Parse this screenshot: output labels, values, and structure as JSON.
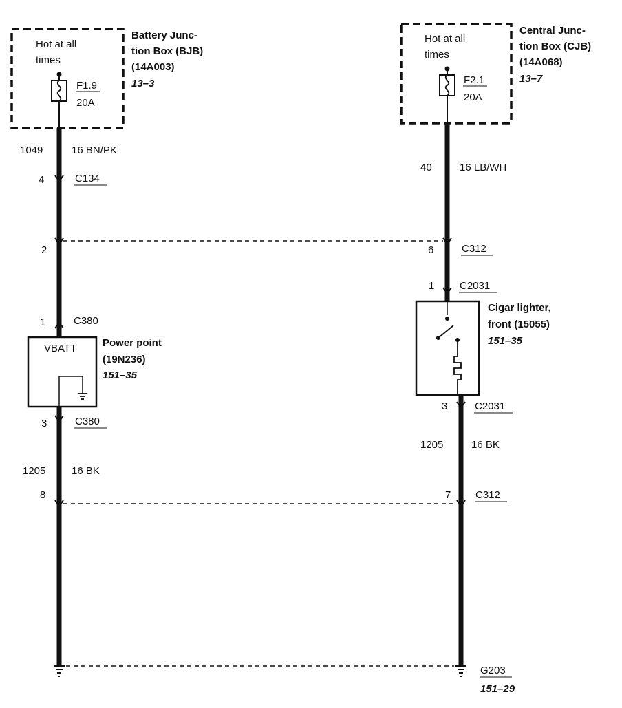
{
  "bjb": {
    "hot_line1": "Hot at all",
    "hot_line2": "times",
    "fuse_id": "F1.9",
    "fuse_rating": "20A",
    "name_line1": "Battery Junc-",
    "name_line2": "tion Box (BJB)",
    "part_no": "(14A003)",
    "page_ref": "13–3"
  },
  "cjb": {
    "hot_line1": "Hot at all",
    "hot_line2": "times",
    "fuse_id": "F2.1",
    "fuse_rating": "20A",
    "name_line1": "Central Junc-",
    "name_line2": "tion Box (CJB)",
    "part_no": "(14A068)",
    "page_ref": "13–7"
  },
  "left_wires": {
    "upper_circuit": "1049",
    "upper_gauge_color": "16 BN/PK",
    "lower_circuit": "1205",
    "lower_gauge_color": "16 BK"
  },
  "right_wires": {
    "upper_circuit": "40",
    "upper_gauge_color": "16 LB/WH",
    "lower_circuit": "1205",
    "lower_gauge_color": "16 BK"
  },
  "connectors": {
    "c134": {
      "pin": "4",
      "name": "C134"
    },
    "c312_left_top": {
      "pin": "2"
    },
    "c312_right_top": {
      "pin": "6",
      "name": "C312"
    },
    "c380_top": {
      "pin": "1",
      "name": "C380"
    },
    "c380_bottom": {
      "pin": "3",
      "name": "C380"
    },
    "c2031_top": {
      "pin": "1",
      "name": "C2031"
    },
    "c2031_bottom": {
      "pin": "3",
      "name": "C2031"
    },
    "c312_left_bottom": {
      "pin": "8"
    },
    "c312_right_bottom": {
      "pin": "7",
      "name": "C312"
    }
  },
  "power_point": {
    "inner_label": "VBATT",
    "name": "Power point",
    "part_no": "(19N236)",
    "page_ref": "151–35"
  },
  "cigar_lighter": {
    "name_line1": "Cigar lighter,",
    "name_line2": "front (15055)",
    "page_ref": "151–35"
  },
  "ground": {
    "name": "G203",
    "page_ref": "151–29"
  }
}
